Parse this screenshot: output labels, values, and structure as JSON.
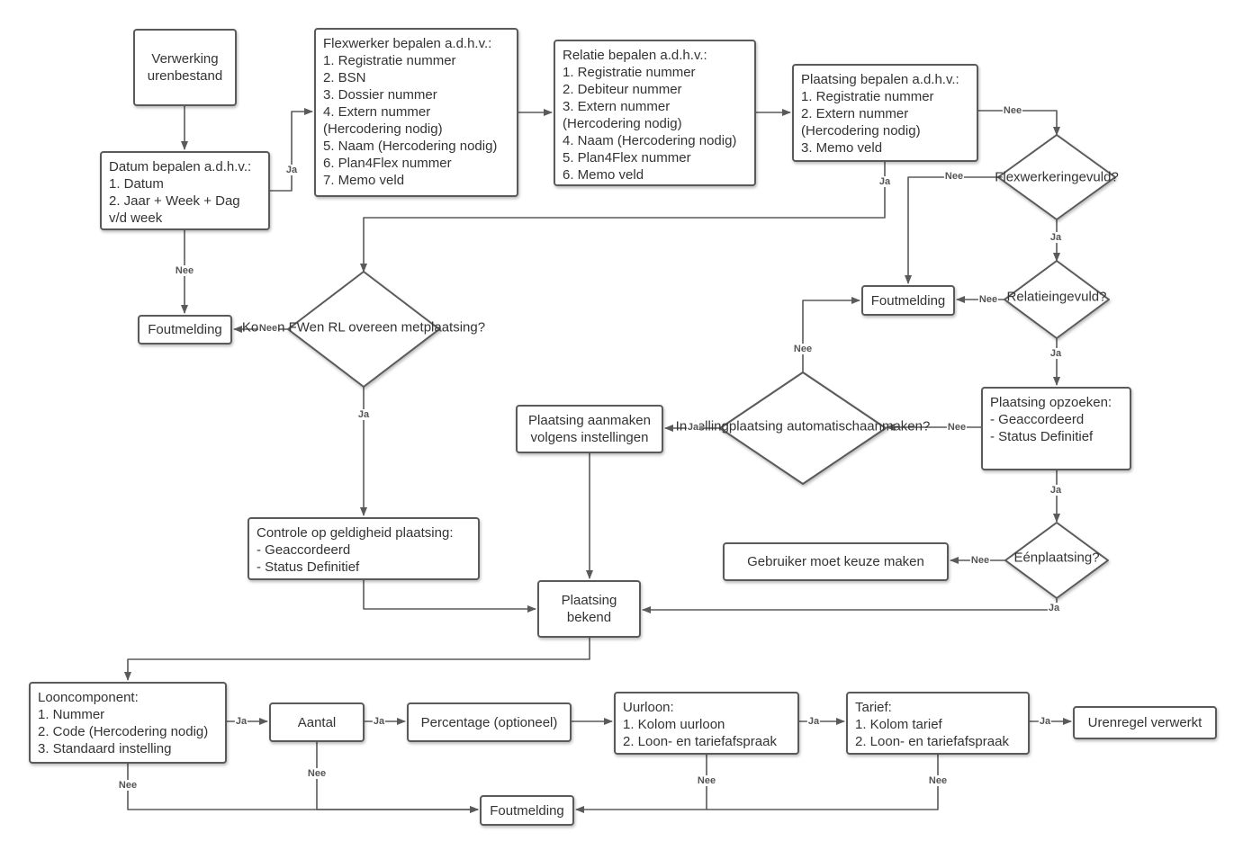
{
  "nodes": {
    "start": [
      "Verwerking",
      "urenbestand"
    ],
    "datum": [
      "Datum bepalen a.d.h.v.:",
      "1. Datum",
      "2. Jaar + Week + Dag",
      "v/d week"
    ],
    "flexwerker": [
      "Flexwerker bepalen a.d.h.v.:",
      "1. Registratie nummer",
      "2. BSN",
      "3. Dossier nummer",
      "4. Extern nummer",
      "(Hercodering nodig)",
      "5. Naam (Hercodering nodig)",
      "6. Plan4Flex nummer",
      "7. Memo veld"
    ],
    "relatie": [
      "Relatie bepalen a.d.h.v.:",
      "1. Registratie nummer",
      "2. Debiteur nummer",
      "3. Extern nummer",
      "(Hercodering nodig)",
      "4. Naam (Hercodering nodig)",
      "5. Plan4Flex nummer",
      "6. Memo veld"
    ],
    "plaatsing_bepalen": [
      "Plaatsing bepalen a.d.h.v.:",
      "1. Registratie nummer",
      "2. Extern nummer",
      "(Hercodering nodig)",
      "3. Memo veld"
    ],
    "d_flexwerker": [
      "Flexwerker",
      "ingevuld?"
    ],
    "d_relatie": [
      "Relatie",
      "ingevuld?"
    ],
    "fout_top_right": [
      "Foutmelding"
    ],
    "fout_left": [
      "Foutmelding"
    ],
    "d_komen": [
      "Komen FW",
      "en RL overeen met",
      "plaatsing?"
    ],
    "plaatsing_opzoeken": [
      "Plaatsing opzoeken:",
      "- Geaccordeerd",
      "- Status Definitief"
    ],
    "d_instelling": [
      "Instelling",
      "plaatsing automatisch",
      "aanmaken?"
    ],
    "plaatsing_aanmaken": [
      "Plaatsing aanmaken",
      "volgens instellingen"
    ],
    "d_een": [
      "Eén",
      "plaatsing?"
    ],
    "gebruiker": [
      "Gebruiker moet keuze maken"
    ],
    "controle": [
      "Controle op geldigheid plaatsing:",
      "- Geaccordeerd",
      "- Status Definitief"
    ],
    "bekend": [
      "Plaatsing",
      "bekend"
    ],
    "looncomponent": [
      "Looncomponent:",
      "1. Nummer",
      "2. Code (Hercodering nodig)",
      "3. Standaard instelling"
    ],
    "aantal": [
      "Aantal"
    ],
    "percentage": [
      "Percentage (optioneel)"
    ],
    "uurloon": [
      "Uurloon:",
      "1. Kolom uurloon",
      "2. Loon- en tariefafspraak"
    ],
    "tarief": [
      "Tarief:",
      "1. Kolom tarief",
      "2. Loon- en tariefafspraak"
    ],
    "verwerkt": [
      "Urenregel verwerkt"
    ],
    "fout_bottom": [
      "Foutmelding"
    ]
  },
  "edge_labels": {
    "datum_ja": "Ja",
    "datum_nee": "Nee",
    "plaatsing_nee": "Nee",
    "plaatsing_ja": "Ja",
    "flexwerker_nee": "Nee",
    "flexwerker_ja": "Ja",
    "relatie_nee": "Nee",
    "relatie_ja": "Ja",
    "komen_nee": "Nee",
    "komen_ja": "Ja",
    "instelling_nee": "Nee",
    "instelling_ja": "Ja",
    "opzoeken_nee": "Nee",
    "opzoeken_ja": "Ja",
    "een_nee": "Nee",
    "een_ja": "Ja",
    "loon_ja": "Ja",
    "loon_nee": "Nee",
    "aantal_ja": "Ja",
    "aantal_nee": "Nee",
    "uurloon_ja": "Ja",
    "uurloon_nee": "Nee",
    "tarief_ja": "Ja",
    "tarief_nee": "Nee"
  },
  "colors": {
    "stroke": "#5a5a5a",
    "text": "#333333",
    "label": "#555555"
  }
}
